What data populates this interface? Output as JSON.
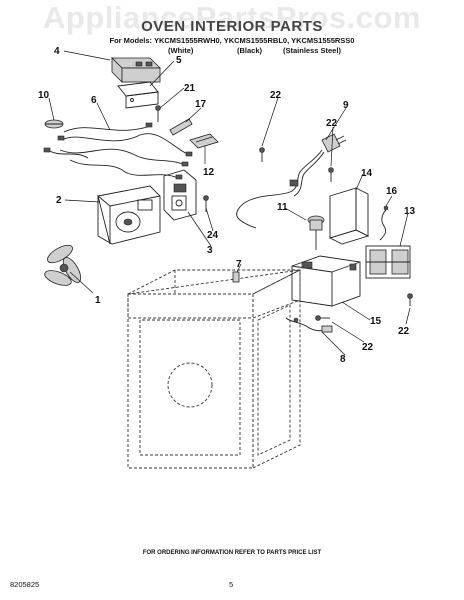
{
  "watermark": "AppliancePartsPros.com",
  "title": "OVEN INTERIOR PARTS",
  "models_line": "For Models: YKCMS1555RWH0, YKCMS1555RBL0, YKCMS1555RSS0",
  "variants": [
    "(White)",
    "(Black)",
    "(Stainless Steel)"
  ],
  "callouts": {
    "c1": "1",
    "c2": "2",
    "c3": "3",
    "c4": "4",
    "c5": "5",
    "c6": "6",
    "c7": "7",
    "c8": "8",
    "c9": "9",
    "c10": "10",
    "c11": "11",
    "c12": "12",
    "c13": "13",
    "c14": "14",
    "c15": "15",
    "c16": "16",
    "c17": "17",
    "c21": "21",
    "c22a": "22",
    "c22b": "22",
    "c22c": "22",
    "c22d": "22",
    "c24": "24"
  },
  "footer_note": "FOR ORDERING INFORMATION REFER TO PARTS PRICE LIST",
  "document_number": "8205825",
  "page_number": "5"
}
